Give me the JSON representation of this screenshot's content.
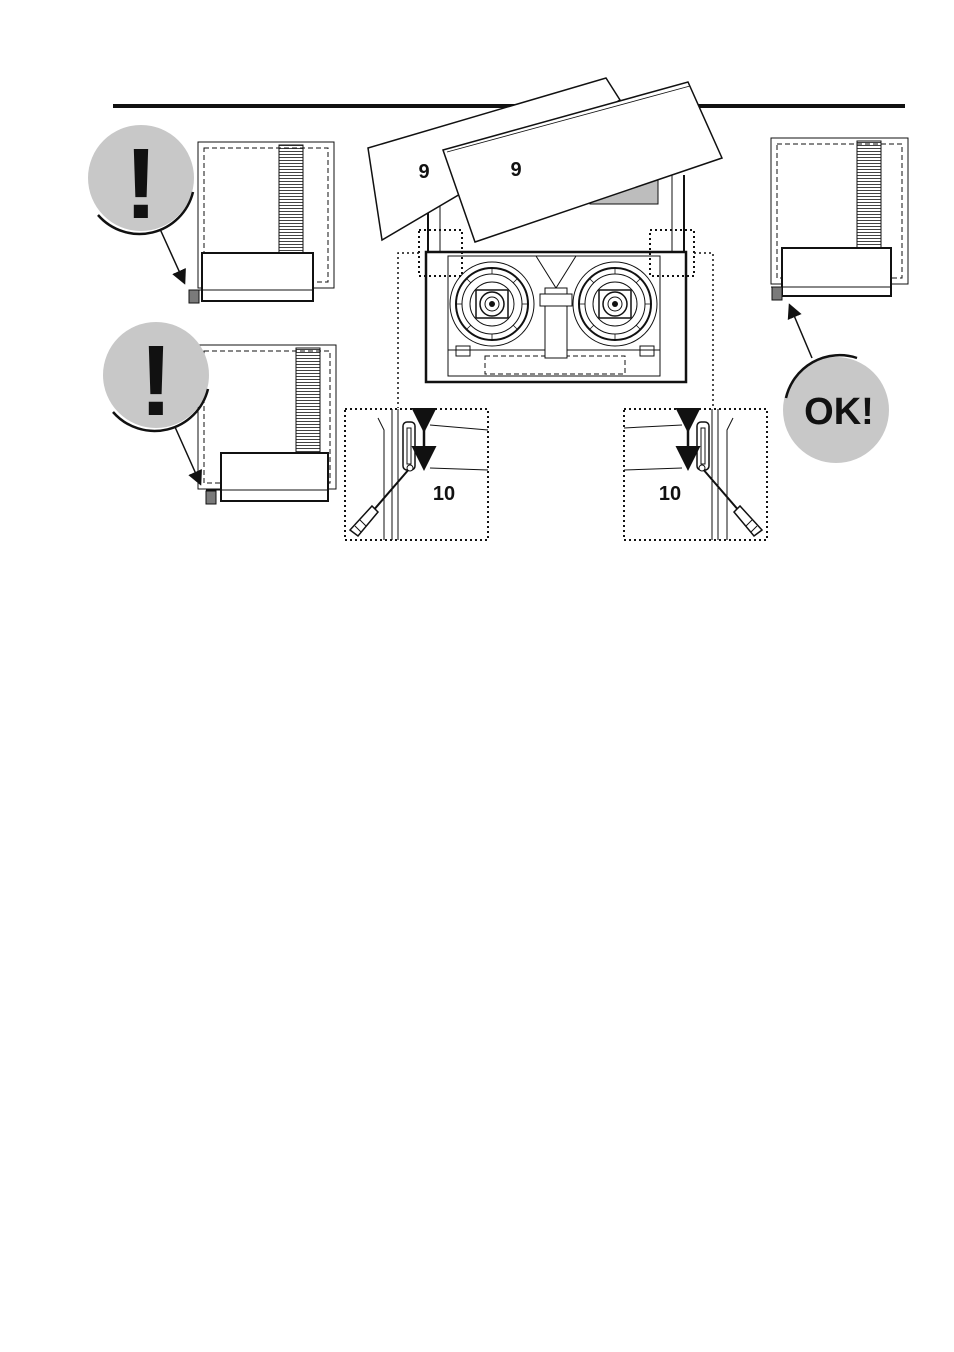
{
  "figure": {
    "labels": {
      "panel_label_1": "9",
      "panel_label_2": "9",
      "adjust_label_left": "10",
      "adjust_label_right": "10"
    },
    "warning_badges": [
      {
        "glyph": "!"
      },
      {
        "glyph": "!"
      }
    ],
    "ok_badge": {
      "text": "OK!"
    },
    "colors": {
      "line": "#111111",
      "badge_fill": "#c8c8c8",
      "panel_grey": "#bdbdbd",
      "foot_grey": "#7a7a7a"
    }
  }
}
